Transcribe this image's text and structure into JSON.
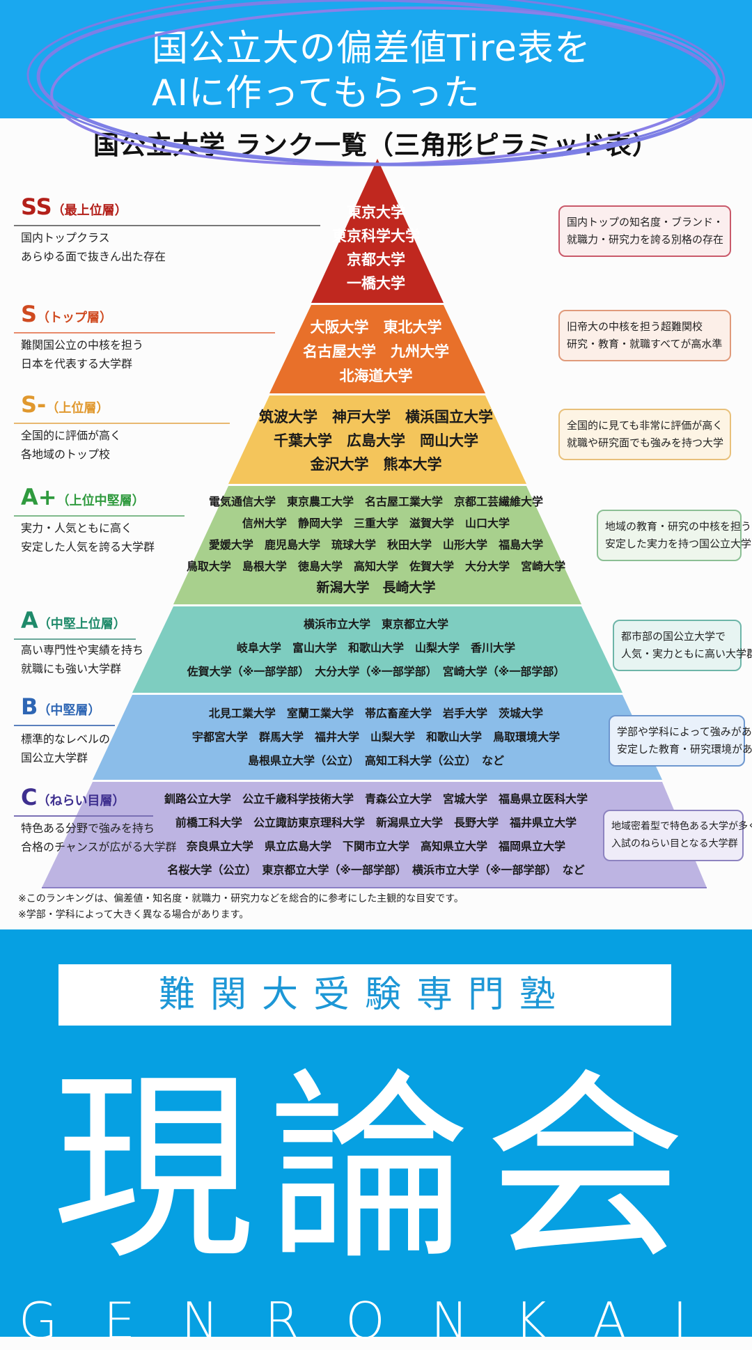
{
  "header": {
    "headline_line1": "国公立大の偏差値Tire表を",
    "headline_line2": "AIに作ってもらった",
    "chart_title": "国公立大学 ランク一覧（三角形ピラミッド表）"
  },
  "tiers": [
    {
      "grade": "SS",
      "subtitle": "（最上位層）",
      "color": "#c0281f",
      "label_color": "#b3201a",
      "desc": [
        "国内トップクラス",
        "あらゆる面で抜きん出た存在"
      ],
      "universities": [
        [
          "東京大学"
        ],
        [
          "東京科学大学"
        ],
        [
          "京都大学"
        ],
        [
          "一橋大学"
        ]
      ],
      "note": [
        "国内トップの知名度・ブランド・",
        "就職力・研究力を誇る別格の存在"
      ]
    },
    {
      "grade": "S",
      "subtitle": "（トップ層）",
      "color": "#e8702a",
      "label_color": "#cf4a20",
      "desc": [
        "難関国公立の中核を担う",
        "日本を代表する大学群"
      ],
      "universities": [
        [
          "大阪大学",
          "東北大学"
        ],
        [
          "名古屋大学",
          "九州大学"
        ],
        [
          "北海道大学"
        ]
      ],
      "note": [
        "旧帝大の中核を担う超難関校",
        "研究・教育・就職すべてが高水準"
      ]
    },
    {
      "grade": "S-",
      "subtitle": "（上位層）",
      "color": "#f4c55b",
      "label_color": "#e0982e",
      "desc": [
        "全国的に評価が高く",
        "各地域のトップ校"
      ],
      "universities": [
        [
          "筑波大学",
          "神戸大学",
          "横浜国立大学"
        ],
        [
          "千葉大学",
          "広島大学",
          "岡山大学"
        ],
        [
          "金沢大学",
          "熊本大学"
        ]
      ],
      "note": [
        "全国的に見ても非常に評価が高く",
        "就職や研究面でも強みを持つ大学"
      ]
    },
    {
      "grade": "A+",
      "subtitle": "（上位中堅層）",
      "color": "#a8d08d",
      "label_color": "#2f9a3e",
      "desc": [
        "実力・人気ともに高く",
        "安定した人気を誇る大学群"
      ],
      "universities": [
        [
          "電気通信大学",
          "東京農工大学",
          "名古屋工業大学",
          "京都工芸繊維大学"
        ],
        [
          "信州大学",
          "静岡大学",
          "三重大学",
          "滋賀大学",
          "山口大学"
        ],
        [
          "愛媛大学",
          "鹿児島大学",
          "琉球大学",
          "秋田大学",
          "山形大学",
          "福島大学"
        ],
        [
          "鳥取大学",
          "島根大学",
          "徳島大学",
          "高知大学",
          "佐賀大学",
          "大分大学",
          "宮崎大学"
        ],
        [
          "新潟大学",
          "長崎大学"
        ]
      ],
      "note": [
        "地域の教育・研究の中核を担う",
        "安定した実力を持つ国公立大学"
      ]
    },
    {
      "grade": "A",
      "subtitle": "（中堅上位層）",
      "color": "#7ecdc0",
      "label_color": "#1f8a6a",
      "desc": [
        "高い専門性や実績を持ち",
        "就職にも強い大学群"
      ],
      "universities": [
        [
          "横浜市立大学",
          "東京都立大学"
        ],
        [
          "岐阜大学",
          "富山大学",
          "和歌山大学",
          "山梨大学",
          "香川大学"
        ],
        [
          "佐賀大学（※一部学部）",
          "大分大学（※一部学部）",
          "宮崎大学（※一部学部）"
        ]
      ],
      "note": [
        "都市部の国公立大学で",
        "人気・実力ともに高い大学群"
      ]
    },
    {
      "grade": "B",
      "subtitle": "（中堅層）",
      "color": "#8bbde9",
      "label_color": "#2e66b4",
      "desc": [
        "標準的なレベルの",
        "国公立大学群"
      ],
      "universities": [
        [
          "北見工業大学",
          "室蘭工業大学",
          "帯広畜産大学",
          "岩手大学",
          "茨城大学"
        ],
        [
          "宇都宮大学",
          "群馬大学",
          "福井大学",
          "山梨大学",
          "和歌山大学",
          "鳥取環境大学"
        ],
        [
          "島根県立大学（公立）",
          "高知工科大学（公立）",
          "など"
        ]
      ],
      "note": [
        "学部や学科によって強みがあり",
        "安定した教育・研究環境がある"
      ]
    },
    {
      "grade": "C",
      "subtitle": "（ねらい目層）",
      "color": "#bdb4e2",
      "label_color": "#3e2f8f",
      "desc": [
        "特色ある分野で強みを持ち",
        "合格のチャンスが広がる大学群"
      ],
      "universities": [
        [
          "釧路公立大学",
          "公立千歳科学技術大学",
          "青森公立大学",
          "宮城大学",
          "福島県立医科大学"
        ],
        [
          "前橋工科大学",
          "公立諏訪東京理科大学",
          "新潟県立大学",
          "長野大学",
          "福井県立大学"
        ],
        [
          "奈良県立大学",
          "県立広島大学",
          "下関市立大学",
          "高知県立大学",
          "福岡県立大学"
        ],
        [
          "名桜大学（公立）",
          "東京都立大学（※一部学部）",
          "横浜市立大学（※一部学部）",
          "など"
        ]
      ],
      "note": [
        "地域密着型で特色ある大学が多く",
        "入試のねらい目となる大学群"
      ]
    }
  ],
  "footnotes": [
    "※このランキングは、偏差値・知名度・就職力・研究力などを総合的に参考にした主観的な目安です。",
    "※学部・学科によって大きく異なる場合があります。"
  ],
  "brand": {
    "subtitle": "難関大受験専門塾",
    "logo": "現論会",
    "logo_en": "GENRONKAI",
    "banner_color": "#06a0e2",
    "top_color": "#1aa8ef"
  }
}
